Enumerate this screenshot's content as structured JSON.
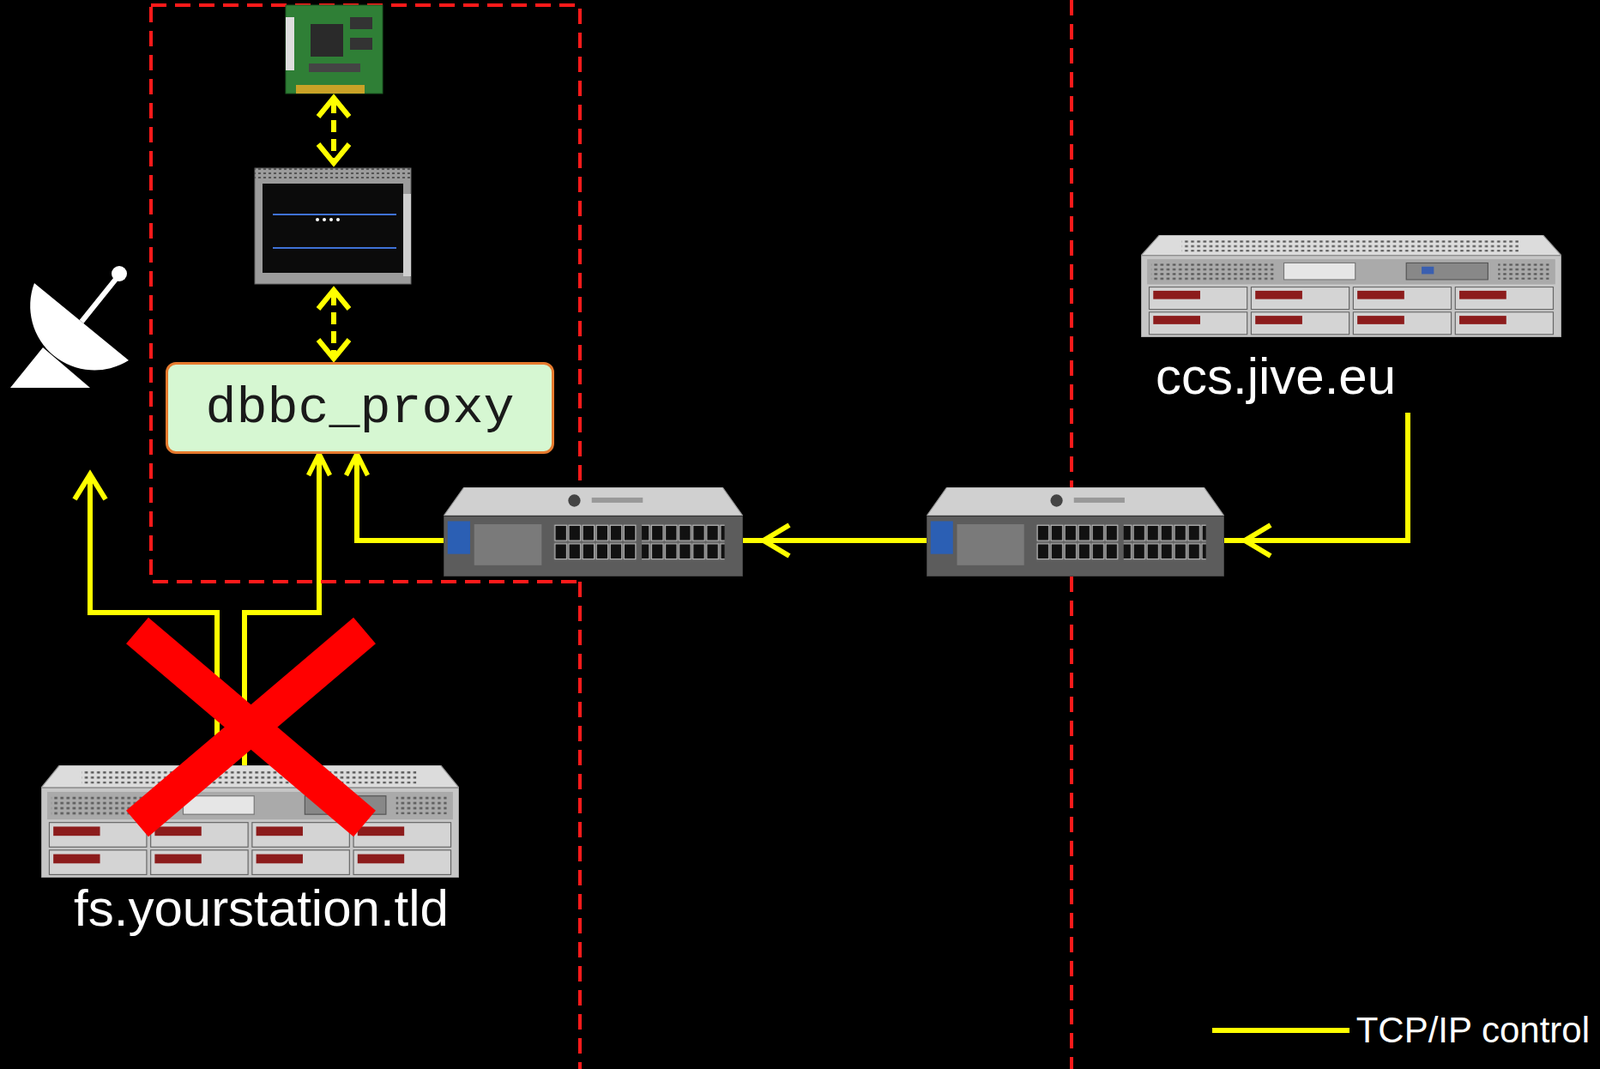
{
  "diagram": {
    "nodes": [
      {
        "text": [
          "dbbc_proxy"
        ]
      },
      {
        "text": [
          "ccs.jive.eu"
        ]
      },
      {
        "text": [
          "fs.yourstation.tld"
        ]
      }
    ],
    "edges": [
      {
        "from": 2,
        "to": 0,
        "arrow": "to"
      },
      {
        "from": 1,
        "to": 0,
        "arrow": "to"
      }
    ],
    "legend": [
      {
        "text": "TCP/IP control"
      }
    ]
  }
}
